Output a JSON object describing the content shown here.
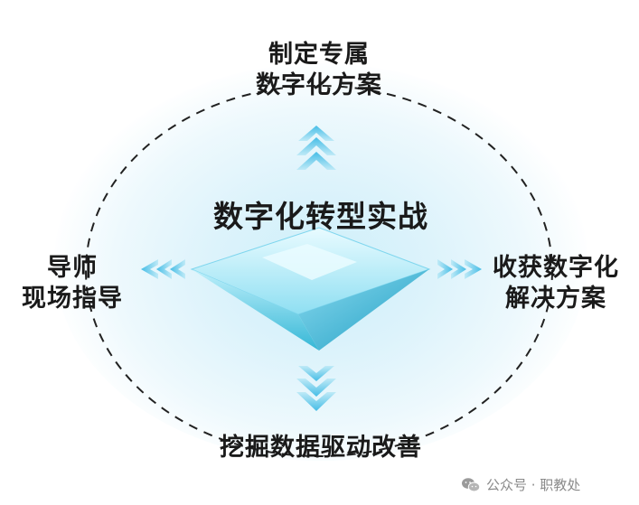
{
  "center_title": "数字化转型实战",
  "top": {
    "line1": "制定专属",
    "line2": "数字化方案"
  },
  "left": {
    "line1": "导师",
    "line2": "现场指导"
  },
  "right": {
    "line1": "收获数字化",
    "line2": "解决方案"
  },
  "bottom": {
    "line1": "挖掘数据驱动改善"
  },
  "watermark": {
    "text": "公众号 · 职教处",
    "icon": "wechat-icon"
  },
  "colors": {
    "arrow": "#5ec8ec",
    "pyramid_light": "#9fe3f3",
    "pyramid_dark": "#2fb3d3",
    "dashed_circle": "#222222"
  }
}
